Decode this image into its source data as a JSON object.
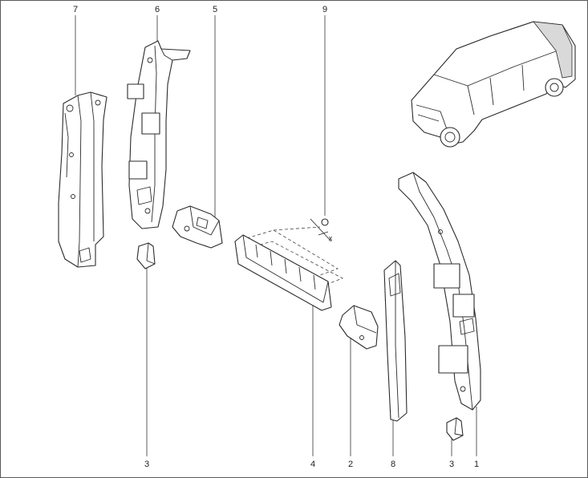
{
  "labels": [
    {
      "id": "7",
      "text": "7"
    },
    {
      "id": "6",
      "text": "6"
    },
    {
      "id": "5",
      "text": "5"
    },
    {
      "id": "9",
      "text": "9"
    },
    {
      "id": "3a",
      "text": "3"
    },
    {
      "id": "4",
      "text": "4"
    },
    {
      "id": "2",
      "text": "2"
    },
    {
      "id": "8",
      "text": "8"
    },
    {
      "id": "3b",
      "text": "3"
    },
    {
      "id": "1",
      "text": "1"
    }
  ],
  "axis_mark": "x",
  "colors": {
    "line": "#2b2b2b",
    "frame": "#5a5a5a",
    "shade": "#d9d9d9"
  }
}
